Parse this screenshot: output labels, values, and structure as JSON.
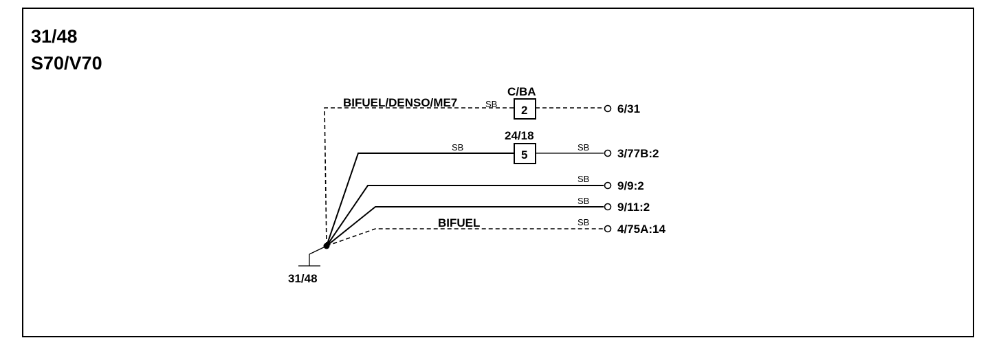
{
  "header": {
    "line1": "31/48",
    "line2": "S70/V70"
  },
  "ground": {
    "label": "31/48"
  },
  "wires": {
    "w1": {
      "variant_label": "BIFUEL/DENSO/ME7",
      "color_left": "SB",
      "connector_label": "C/BA",
      "connector_pin": "2",
      "terminal": "6/31"
    },
    "w2": {
      "color_left": "SB",
      "connector_label": "24/18",
      "connector_pin": "5",
      "color_right": "SB",
      "terminal": "3/77B:2"
    },
    "w3": {
      "color": "SB",
      "terminal": "9/9:2"
    },
    "w4": {
      "color": "SB",
      "terminal": "9/11:2"
    },
    "w5": {
      "variant_label": "BIFUEL",
      "color": "SB",
      "terminal": "4/75A:14"
    }
  }
}
